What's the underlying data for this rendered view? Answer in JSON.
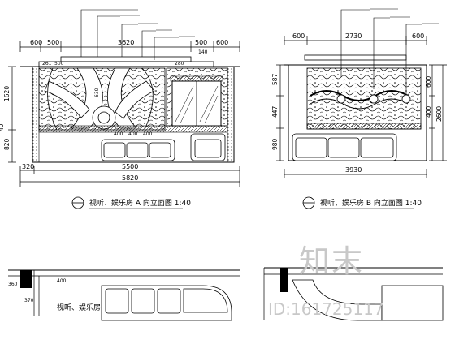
{
  "left_elevation": {
    "top_dims": [
      "600",
      "500",
      "3620",
      "500",
      "600"
    ],
    "left_dims": [
      "1620",
      "820"
    ],
    "left_small": [
      "40"
    ],
    "bottom_dims": {
      "left": "320",
      "mid": "5500",
      "total": "5820"
    },
    "inner_labels": [
      "261",
      "500",
      "280",
      "140",
      "400",
      "400",
      "400",
      "630"
    ],
    "caption": "视听、娱乐房 A 向立面图 1:40"
  },
  "right_elevation": {
    "top_dims": [
      "600",
      "2730",
      "600"
    ],
    "left_dims": [
      "587",
      "447",
      "980"
    ],
    "right_dims": [
      "600",
      "400",
      "2600"
    ],
    "bottom_total": "3930",
    "caption": "视听、娱乐房 B 向立面图 1:40"
  },
  "bottom_left": {
    "dims": [
      "360",
      "400",
      "370"
    ],
    "label": "视听、娱乐房"
  },
  "watermark": {
    "text": "知末",
    "id": "ID:161725117"
  }
}
